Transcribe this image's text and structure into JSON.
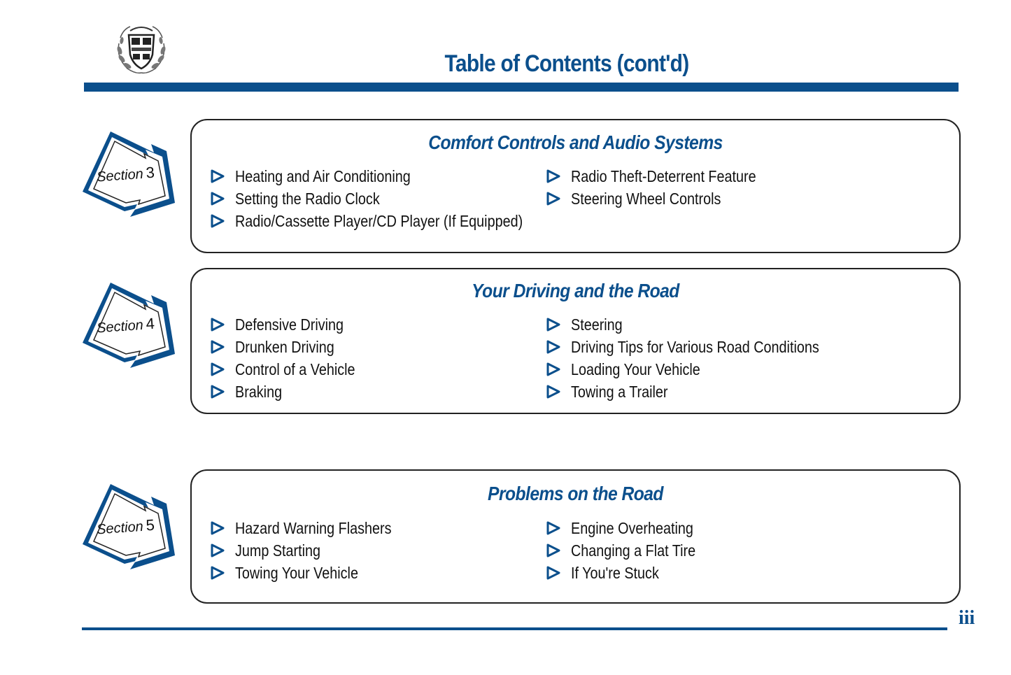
{
  "header": {
    "title": "Table of Contents (cont'd)"
  },
  "logo": {
    "icon": "crest-emblem-icon"
  },
  "footer": {
    "page_number": "iii"
  },
  "colors": {
    "brand_blue": "#0b4f8c",
    "text": "#111111"
  },
  "sections": [
    {
      "badge_label": "Section",
      "badge_number": "3",
      "title": "Comfort Controls and Audio Systems",
      "left_items": [
        "Heating and Air Conditioning",
        "Setting the Radio Clock",
        "Radio/Cassette Player/CD Player (If Equipped)"
      ],
      "right_items": [
        "Radio Theft-Deterrent Feature",
        "Steering Wheel Controls"
      ]
    },
    {
      "badge_label": "Section",
      "badge_number": "4",
      "title": "Your Driving and the Road",
      "left_items": [
        "Defensive Driving",
        "Drunken Driving",
        "Control of a Vehicle",
        "Braking"
      ],
      "right_items": [
        "Steering",
        "Driving Tips for Various Road Conditions",
        "Loading Your Vehicle",
        "Towing a Trailer"
      ]
    },
    {
      "badge_label": "Section",
      "badge_number": "5",
      "title": "Problems on the Road",
      "left_items": [
        "Hazard Warning Flashers",
        "Jump Starting",
        "Towing Your Vehicle"
      ],
      "right_items": [
        "Engine Overheating",
        "Changing a Flat Tire",
        "If You're Stuck"
      ]
    }
  ]
}
